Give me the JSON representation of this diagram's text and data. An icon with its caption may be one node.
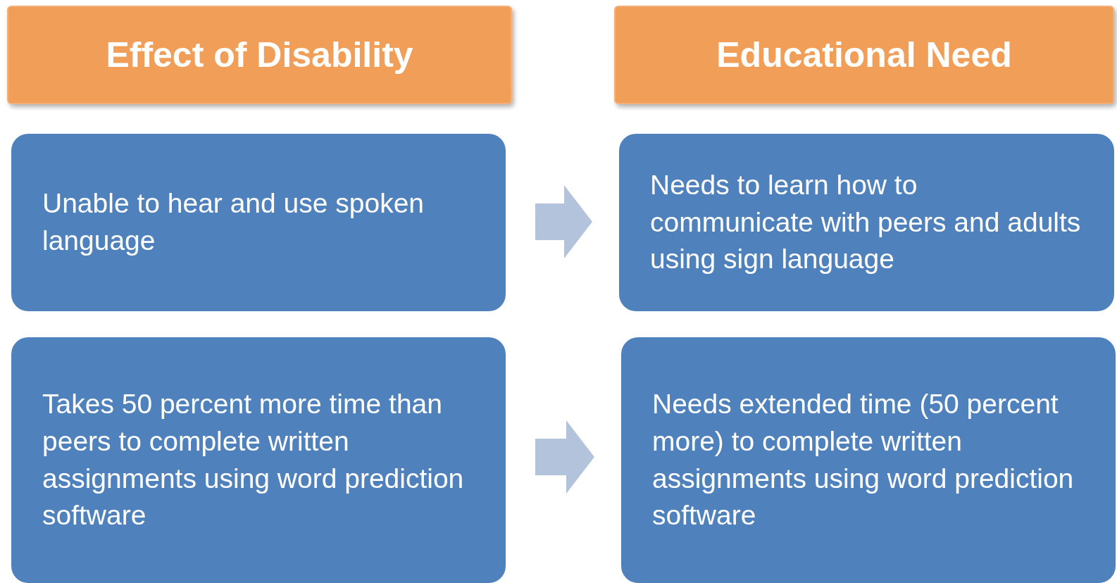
{
  "diagram": {
    "nodes": [
      {
        "text": [
          "Effect of Disability"
        ]
      },
      {
        "text": [
          "Educational Need"
        ]
      },
      {
        "text": [
          "Unable to hear and use spoken language"
        ]
      },
      {
        "text": [
          "Needs to learn how to communicate with peers and adults using sign language"
        ]
      },
      {
        "text": [
          "Takes 50 percent more time than peers to complete written assignments using word prediction software"
        ]
      },
      {
        "text": [
          "Needs extended time (50 percent more) to complete written assignments using word prediction software"
        ]
      }
    ],
    "edges": [
      {
        "from": 2,
        "to": 3,
        "arrow": "to"
      },
      {
        "from": 4,
        "to": 5,
        "arrow": "to"
      }
    ]
  }
}
